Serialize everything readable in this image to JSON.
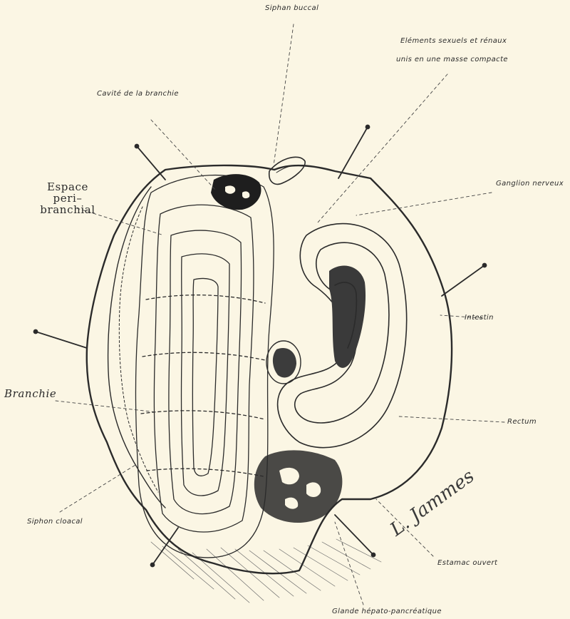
{
  "labels": {
    "siphon_buccal": "Siphan buccal",
    "elements_line1": "Eléments sexuels et rénaux",
    "elements_line2": "unis en une masse compacte",
    "cavite": "Cavité de la branchie",
    "ganglion": "Ganglion nerveux",
    "espace_line1": "Espace",
    "espace_line2": "peri–",
    "espace_line3": "branchial",
    "intestin": "Intestin",
    "branchie": "Branchie",
    "rectum": "Rectum",
    "siphon_cloacal": "Siphon cloacal",
    "estomac": "Estamac ouvert",
    "glande": "Glande hépato-pancréatique"
  },
  "signature": "L. Jammes",
  "colors": {
    "background": "#fbf6e4",
    "ink": "#2b2b2b"
  }
}
